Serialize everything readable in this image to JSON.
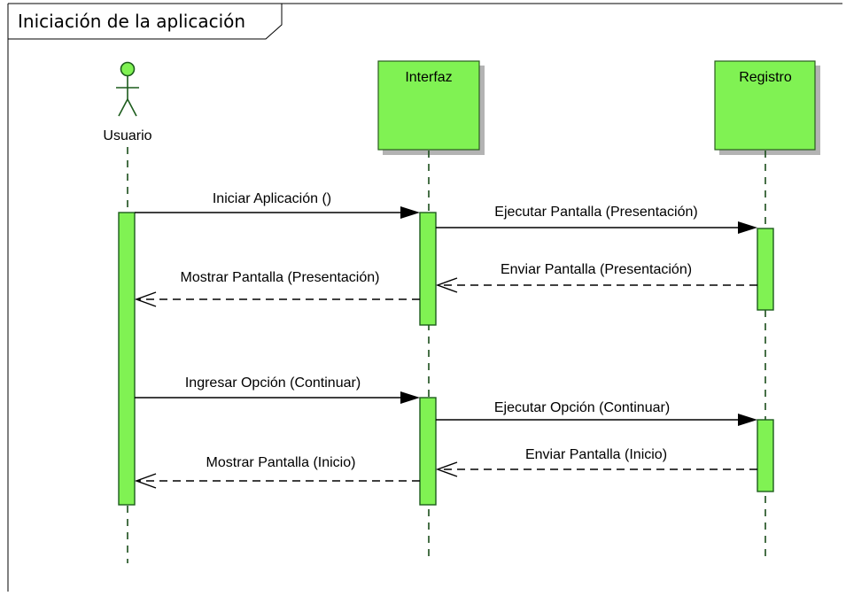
{
  "frame": {
    "title": "Iniciación de la aplicación"
  },
  "actor": {
    "name": "Usuario"
  },
  "participants": [
    {
      "name": "Interfaz"
    },
    {
      "name": "Registro"
    }
  ],
  "messages": [
    {
      "label": "Iniciar Aplicación ()",
      "from": "Usuario",
      "to": "Interfaz",
      "kind": "sync"
    },
    {
      "label": "Ejecutar Pantalla (Presentación)",
      "from": "Interfaz",
      "to": "Registro",
      "kind": "sync"
    },
    {
      "label": "Enviar Pantalla (Presentación)",
      "from": "Registro",
      "to": "Interfaz",
      "kind": "return"
    },
    {
      "label": "Mostrar Pantalla (Presentación)",
      "from": "Interfaz",
      "to": "Usuario",
      "kind": "return"
    },
    {
      "label": "Ingresar Opción (Continuar)",
      "from": "Usuario",
      "to": "Interfaz",
      "kind": "sync"
    },
    {
      "label": "Ejecutar Opción (Continuar)",
      "from": "Interfaz",
      "to": "Registro",
      "kind": "sync"
    },
    {
      "label": "Enviar Pantalla (Inicio)",
      "from": "Registro",
      "to": "Interfaz",
      "kind": "return"
    },
    {
      "label": "Mostrar Pantalla (Inicio)",
      "from": "Interfaz",
      "to": "Usuario",
      "kind": "return"
    }
  ],
  "colors": {
    "element_fill": "#80f253",
    "element_stroke": "#2a5c1e",
    "lifeline": "#1a4d1a"
  }
}
